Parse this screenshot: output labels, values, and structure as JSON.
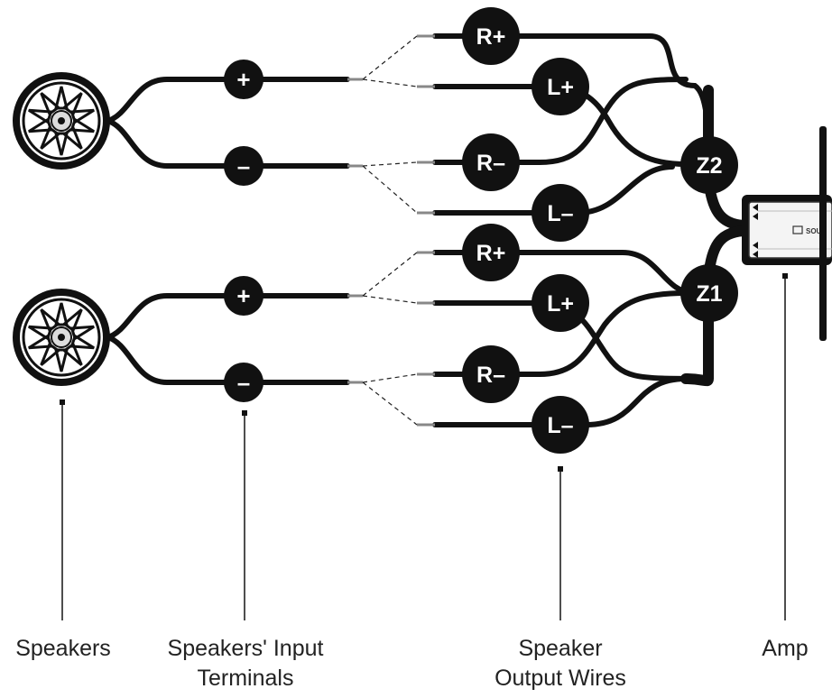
{
  "zones": {
    "upper": {
      "zone_label": "Z2",
      "speaker_terminals": [
        "+",
        "–"
      ],
      "output_wires": [
        "R+",
        "L+",
        "R–",
        "L–"
      ]
    },
    "lower": {
      "zone_label": "Z1",
      "speaker_terminals": [
        "+",
        "–"
      ],
      "output_wires": [
        "R+",
        "L+",
        "R–",
        "L–"
      ]
    }
  },
  "amp": {
    "brand_mark": "SOUN"
  },
  "captions": {
    "speakers": "Speakers",
    "input_terminals_line1": "Speakers' Input",
    "input_terminals_line2": "Terminals",
    "output_wires_line1": "Speaker",
    "output_wires_line2": "Output Wires",
    "amp": "Amp"
  },
  "colors": {
    "ink": "#111111",
    "background": "#ffffff",
    "node_text": "#ffffff"
  }
}
